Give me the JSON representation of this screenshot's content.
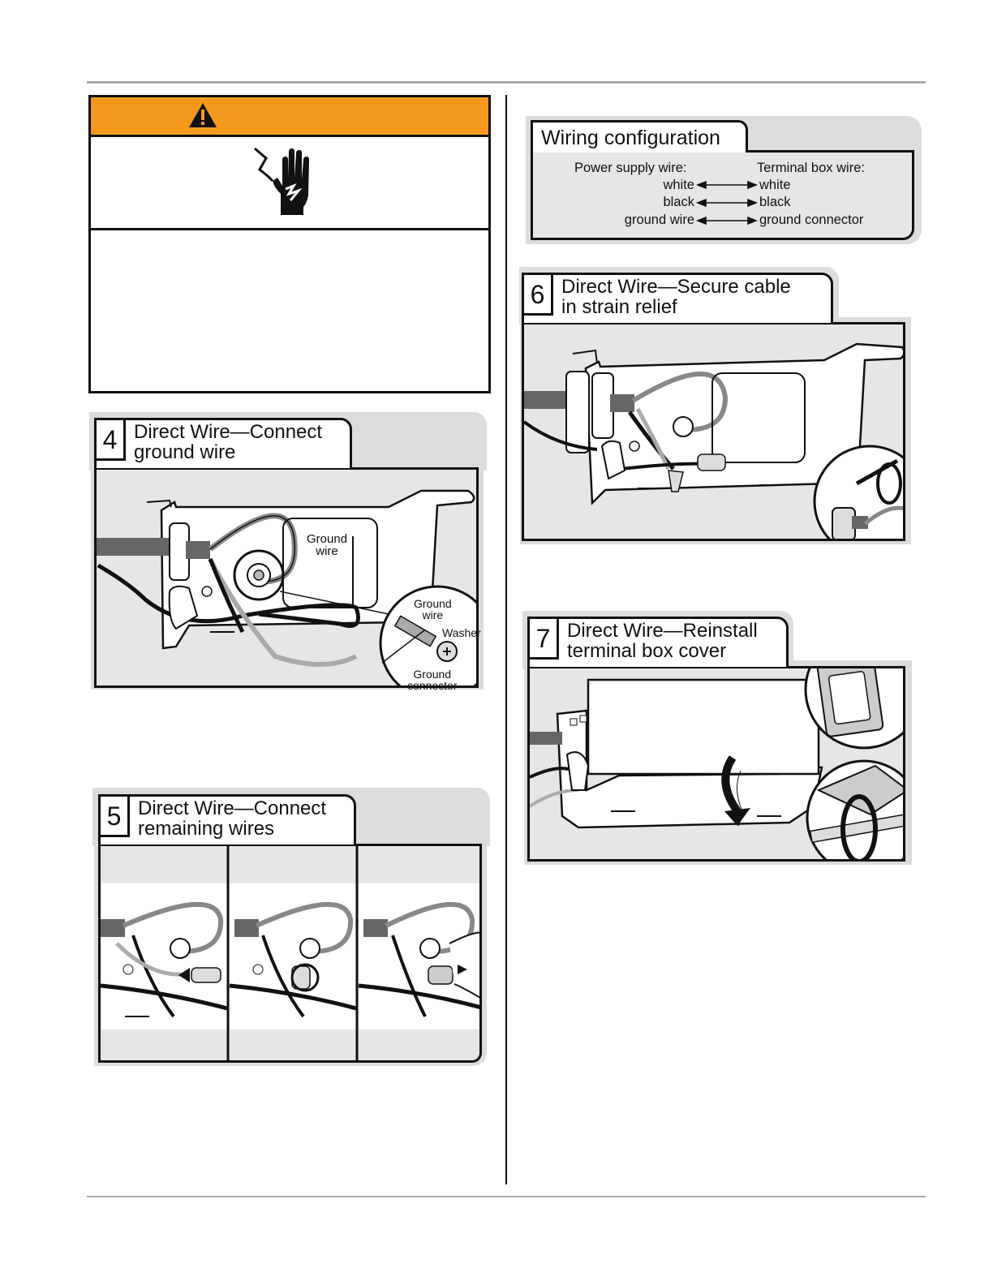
{
  "wiring_config": {
    "title": "Wiring configuration",
    "left_header": "Power supply wire:",
    "right_header": "Terminal box wire:",
    "rows": [
      {
        "left": "white",
        "right": "white"
      },
      {
        "left": "black",
        "right": "black"
      },
      {
        "left": "ground wire",
        "right": "ground connector"
      }
    ]
  },
  "steps": [
    {
      "number": "4",
      "title_line1": "Direct Wire—Connect",
      "title_line2": "ground wire",
      "callouts": {
        "ground_wire": "Ground\nwire",
        "inset_ground_wire": "Ground\nwire",
        "washer": "Washer",
        "ground_connector": "Ground\nconnector"
      }
    },
    {
      "number": "5",
      "title_line1": "Direct Wire—Connect",
      "title_line2": "remaining wires"
    },
    {
      "number": "6",
      "title_line1": "Direct Wire—Secure cable",
      "title_line2": "in strain relief"
    },
    {
      "number": "7",
      "title_line1": "Direct Wire—Reinstall",
      "title_line2": "terminal box cover"
    }
  ],
  "icons": {
    "warning": "warning-triangle-icon",
    "shock": "electric-shock-hand-icon"
  },
  "colors": {
    "warning_bar": "#f39a1e",
    "panel_bg": "#e6e6e6",
    "outline": "#111111"
  }
}
